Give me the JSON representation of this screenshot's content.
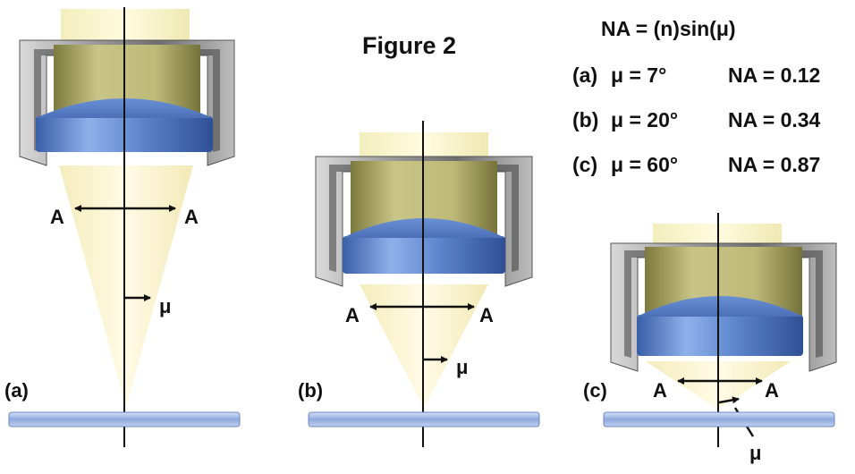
{
  "figure_title": "Figure 2",
  "formula": "NA = (n)sin(μ)",
  "rows": [
    {
      "label": "(a)",
      "angle": "μ = 7°",
      "na": "NA = 0.12"
    },
    {
      "label": "(b)",
      "angle": "μ = 20°",
      "na": "NA = 0.34"
    },
    {
      "label": "(c)",
      "angle": "μ = 60°",
      "na": "NA = 0.87"
    }
  ],
  "panels": [
    {
      "label": "(a)",
      "aperture_label": "A",
      "angle_label": "μ"
    },
    {
      "label": "(b)",
      "aperture_label": "A",
      "angle_label": "μ"
    },
    {
      "label": "(c)",
      "aperture_label": "A",
      "angle_label": "μ"
    }
  ],
  "colors": {
    "lens_blue": "#5b82c8",
    "barrel_gray": "#8a8a8a",
    "light_cone": "#fbf3c8",
    "inner_olive": "#b9b570",
    "slide": "#a9bde6"
  }
}
